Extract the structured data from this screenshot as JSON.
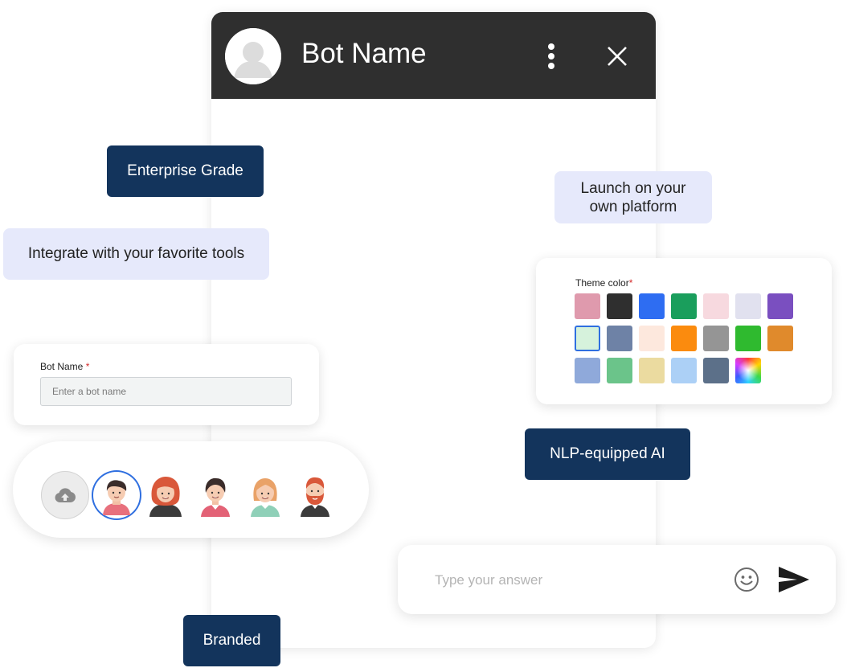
{
  "chat": {
    "bot_name": "Bot Name",
    "colors": {
      "header": "#2f2f2f"
    }
  },
  "features": {
    "enterprise": "Enterprise Grade",
    "integrate": "Integrate with your favorite tools",
    "launch": "Launch on your own platform",
    "nlp": "NLP-equipped AI",
    "branded": "Branded"
  },
  "bot_name_field": {
    "label": "Bot Name",
    "required_mark": "*",
    "placeholder": "Enter a bot name"
  },
  "theme_color": {
    "label": "Theme color",
    "required_mark": "*",
    "swatches": [
      "#df9aad",
      "#2f2f2f",
      "#2e6df2",
      "#1a9e5c",
      "#f7d9df",
      "#e1e1ef",
      "#7a4fc0",
      "#d6f2dc",
      "#6e82a6",
      "#fde8dd",
      "#fb8b0e",
      "#959595",
      "#2fba2f",
      "#e08a2c",
      "#8fa9da",
      "#6bc48a",
      "#ebdba0",
      "#acd0f6",
      "#5c7089",
      "rainbow"
    ],
    "selected_index": 7
  },
  "avatars": {
    "upload_icon": "cloud-upload-icon",
    "options": [
      "avatar-man-1",
      "avatar-woman-1",
      "avatar-woman-2",
      "avatar-woman-3",
      "avatar-man-2"
    ],
    "selected_index": 0
  },
  "answer": {
    "placeholder": "Type your answer",
    "emoji_icon": "smiley-icon",
    "send_icon": "send-icon"
  }
}
